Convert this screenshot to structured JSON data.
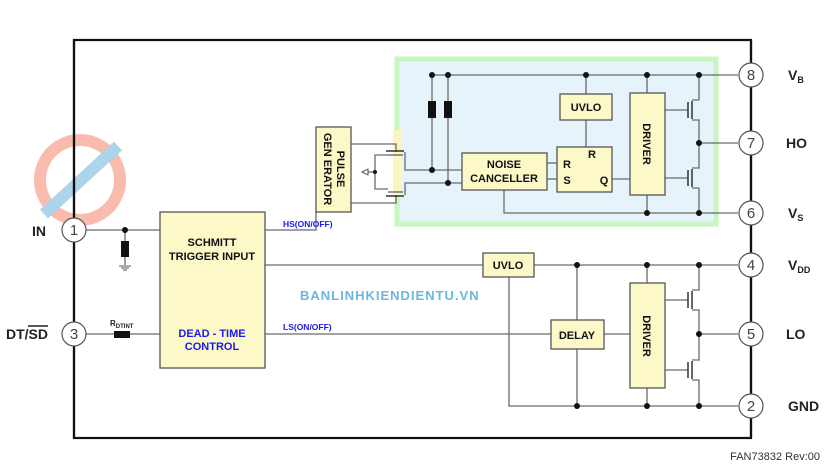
{
  "title": "FAN73832 Block Diagram",
  "footer": "FAN73832 Rev:00",
  "watermark": "BANLINHKIENDIENTU.VN",
  "colors": {
    "block_fill": "#fcf8c8",
    "high_side_region": "#e6f3fb",
    "high_side_border": "#c8f5c0",
    "signal_text": "#1a1aee",
    "watermark": "#4aa3d6"
  },
  "pins": [
    {
      "num": "1",
      "name": "IN"
    },
    {
      "num": "3",
      "name": "DT/SD"
    },
    {
      "num": "8",
      "name": "V",
      "sub": "B"
    },
    {
      "num": "7",
      "name": "HO"
    },
    {
      "num": "6",
      "name": "V",
      "sub": "S"
    },
    {
      "num": "4",
      "name": "V",
      "sub": "DD"
    },
    {
      "num": "5",
      "name": "LO"
    },
    {
      "num": "2",
      "name": "GND"
    }
  ],
  "blocks": {
    "schmitt": {
      "line1": "SCHMITT",
      "line2": "TRIGGER INPUT"
    },
    "deadtime": {
      "line1": "DEAD - TIME",
      "line2": "CONTROL"
    },
    "pulse_gen": {
      "line1": "PULSE",
      "line2": "GEN ERATOR"
    },
    "noise": {
      "line1": "NOISE",
      "line2": "CANCELLER"
    },
    "uvlo_high": "UVLO",
    "uvlo_low": "UVLO",
    "sr_latch": {
      "r_top": "R",
      "r": "R",
      "s": "S",
      "q": "Q"
    },
    "driver_high": "DRIVER",
    "driver_low": "DRIVER",
    "delay": "DELAY"
  },
  "signals": {
    "hs": "HS(ON/OFF)",
    "ls": "LS(ON/OFF)"
  },
  "resistor": {
    "label": "R",
    "sub": "DTINT"
  }
}
